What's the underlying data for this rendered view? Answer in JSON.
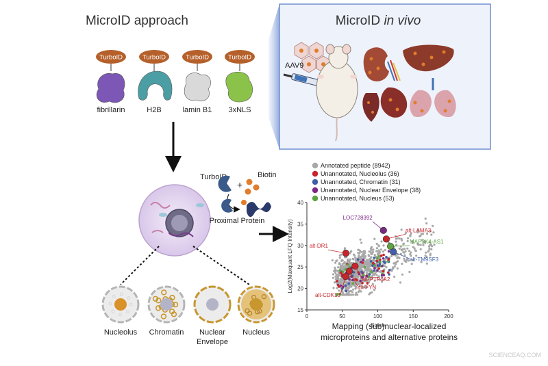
{
  "titles": {
    "approach": "MicroID approach",
    "in_vivo_prefix": "MicroID ",
    "in_vivo_italic": "in vivo"
  },
  "tag": "TurboID",
  "proteins": [
    "fibrillarin",
    "H2B",
    "lamin B1",
    "3xNLS"
  ],
  "protein_colors": [
    "#7d57b5",
    "#4b9ea3",
    "#d9d9d9",
    "#8bc34a"
  ],
  "in_vivo": {
    "vector": "AAV9"
  },
  "reaction": {
    "enzyme": "TurboID",
    "substrate": "Biotin",
    "product": "Proximal Protein"
  },
  "compartments": [
    "Nucleolus",
    "Chromatin",
    "Nuclear Envelope",
    "Nucleus"
  ],
  "colors": {
    "turboid": "#b5602a",
    "biotin": "#e07d2c",
    "accent_blue": "#3f73b5",
    "panel_border": "#6f8fd0",
    "gold": "#c9972f"
  },
  "caption": "Mapping (sub)nuclear-localized microproteins and alternative proteins",
  "caption_lines": [
    "Mapping (sub)nuclear-localized",
    "microproteins and alternative proteins"
  ],
  "watermark": "SCIENCEAQ.COM",
  "chart_data": {
    "type": "scatter",
    "xlabel": "Score",
    "ylabel": "Log2(Maxquant LFQ Intensity)",
    "xlim": [
      0,
      200
    ],
    "ylim": [
      15,
      40
    ],
    "xticks": [
      0,
      50,
      100,
      150,
      200
    ],
    "yticks": [
      15,
      20,
      25,
      30,
      35,
      40
    ],
    "legend_position": "top-left",
    "series": [
      {
        "name": "Annotated peptide (8942)",
        "color": "#a8a8a8"
      },
      {
        "name": "Unannotated, Nucleolus (36)",
        "color": "#c8242b"
      },
      {
        "name": "Unannotated, Chromatin (31)",
        "color": "#3f5fa8"
      },
      {
        "name": "Unannotated, Nuclear Envelope (38)",
        "color": "#7a2a86"
      },
      {
        "name": "Unannotated, Nucleus (53)",
        "color": "#5ea542"
      }
    ],
    "highlights": [
      {
        "label": "LOC728392",
        "x": 108,
        "y": 33.5,
        "color": "#7a2a86"
      },
      {
        "label": "alt-LAMA3",
        "x": 112,
        "y": 31.5,
        "color": "#c8242b"
      },
      {
        "label": "MAP3K4-AS1",
        "x": 118,
        "y": 29.8,
        "color": "#5ea542"
      },
      {
        "label": "alt-DR1",
        "x": 55,
        "y": 28.2,
        "color": "#c8242b"
      },
      {
        "label": "alt-TM9SF3",
        "x": 122,
        "y": 28.5,
        "color": "#3f5fa8"
      },
      {
        "label": "alt-PTP4A2",
        "x": 68,
        "y": 25.2,
        "color": "#c8242b"
      },
      {
        "label": "alt-FYN",
        "x": 60,
        "y": 24.0,
        "color": "#c8242b"
      },
      {
        "label": "alt-CDK13",
        "x": 55,
        "y": 22.8,
        "color": "#c8242b"
      }
    ]
  }
}
